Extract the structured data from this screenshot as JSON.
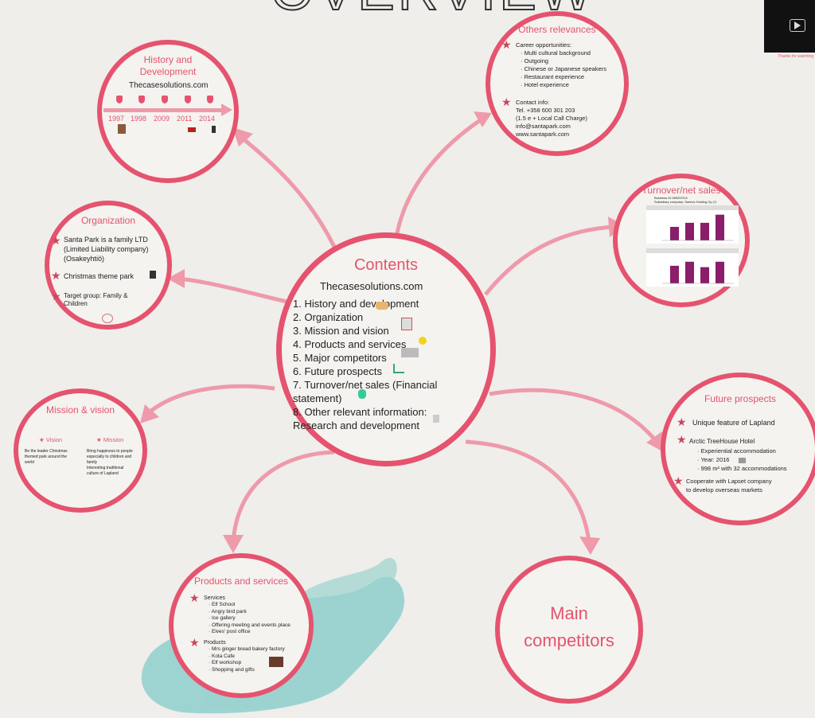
{
  "page_title_partial": "OVERVIEW",
  "video_thumb": {
    "caption": "Thanks for watching"
  },
  "center": {
    "title": "Contents",
    "source": "Thecasesolutions.com",
    "items": [
      "1. History and development",
      "2. Organization",
      "3. Mission and vision",
      "4. Products and services",
      "5. Major competitors",
      "6. Future prospects",
      "7. Turnover/net sales (Financial",
      "statement)",
      "8. Other relevant information:",
      "Research and development"
    ]
  },
  "history": {
    "title_l1": "History and",
    "title_l2": "Development",
    "source": "Thecasesolutions.com",
    "years": [
      "1997",
      "1998",
      "2009",
      "2011",
      "2014"
    ]
  },
  "organization": {
    "title": "Organization",
    "item1_l1": "Santa Park is a family LTD",
    "item1_l2": "(Limited Liability company)",
    "item1_l3": "(Osakeyhtiö)",
    "item2": "Christmas theme park",
    "item3_l1": "Target group: Family &",
    "item3_l2": "Children"
  },
  "mission": {
    "title": "Mission & vision",
    "vision_label": "Vision",
    "mission_label": "Mission",
    "vision_l1": "Be the leader Christmas",
    "vision_l2": "themed park around the",
    "vision_l3": "world",
    "mission_l1": "Bring happiness to people",
    "mission_l2": "especially to children and",
    "mission_l3": "family",
    "mission_l4": "Interesting traditional",
    "mission_l5": "culture of Lapland"
  },
  "products": {
    "title": "Products and services",
    "services_label": "Services",
    "services": [
      "Elf School",
      "Angry bird park",
      "Ice gallery",
      "Offering meeting and events place",
      "Elves' post office"
    ],
    "products_label": "Products",
    "products": [
      "Mrs ginger bread bakery factory",
      "Kota Cafe",
      "Elf workshop",
      "Shopping and gifts"
    ]
  },
  "others": {
    "title": "Others relevances",
    "career_label": "Career opportunities:",
    "career": [
      "Multi cultural background",
      "Outgoing",
      "Chinese or Japanese speakers",
      "Restaurant experience",
      "Hotel experience"
    ],
    "contact_label": "Contact info:",
    "contact": [
      "Tel. +358 600 301 203",
      "(1.5 e + Local Call Charge)",
      "info@santapark.com",
      "www.santapark.com"
    ]
  },
  "turnover": {
    "title": "Turnover/net sales",
    "note_l1": "Business ID 0690979-8",
    "note_l2": "Subsidiary company: Santa's Holding Oy (?)"
  },
  "future": {
    "title": "Future prospects",
    "item1": "Unique feature of Lapland",
    "item2": "Arctic TreeHouse Hotel",
    "item2_subs": [
      "Experiential accommodation",
      "Year: 2016",
      "998 m² with 32 accommodations"
    ],
    "item3_l1": "Cooperate with Lapset company",
    "item3_l2": "to develop overseas markets"
  },
  "competitors": {
    "title_l1": "Main",
    "title_l2": "competitors"
  },
  "colors": {
    "accent": "#e5536f",
    "arrow": "#ee9aaa",
    "bar": "#8a1e6a",
    "background": "#efeeea",
    "splash": "#8ecfcc"
  },
  "chart_data": [
    {
      "type": "bar",
      "values": [
        1.0,
        1.3,
        1.3,
        1.9
      ]
    },
    {
      "type": "bar",
      "values": [
        1.3,
        1.6,
        1.2,
        1.6
      ]
    }
  ]
}
